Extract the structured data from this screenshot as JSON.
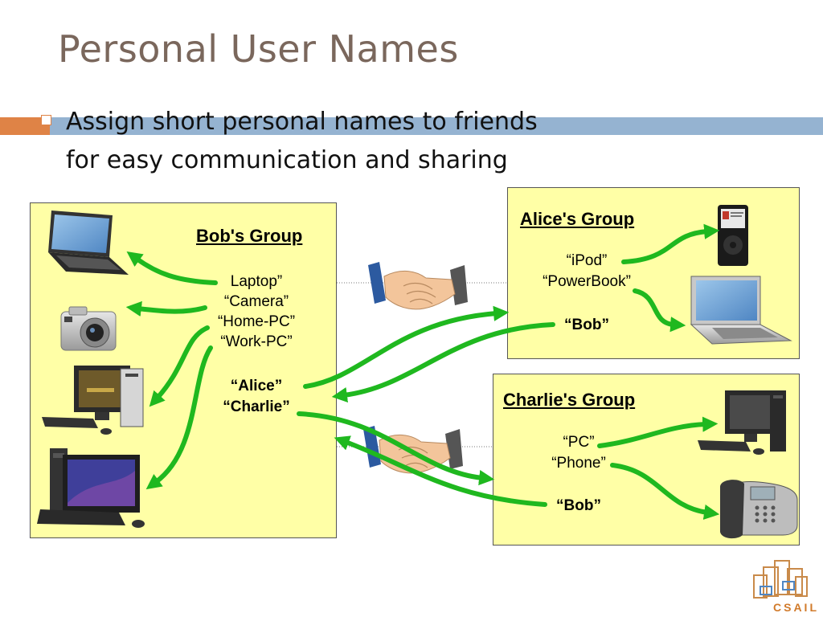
{
  "slide": {
    "title": "Personal User Names",
    "bullet": [
      "Assign short personal names to friends",
      "for easy communication and sharing"
    ]
  },
  "bob_group": {
    "title": "Bob's Group",
    "devices": [
      "Laptop”",
      "“Camera”",
      "“Home-PC”",
      "“Work-PC”"
    ],
    "friends": [
      "“Alice”",
      "“Charlie”"
    ]
  },
  "alice_group": {
    "title": "Alice's Group",
    "devices": [
      "“iPod”",
      "“PowerBook”"
    ],
    "friend": "“Bob”"
  },
  "charlie_group": {
    "title": "Charlie's Group",
    "devices": [
      "“PC”",
      "“Phone”"
    ],
    "friend": "“Bob”"
  },
  "logo": {
    "text": "CSAIL"
  },
  "colors": {
    "arrow": "#1fb81f",
    "box": "#ffffa6",
    "title": "#7a675c",
    "accent_orange": "#df8346",
    "accent_blue": "#95b3d1"
  }
}
